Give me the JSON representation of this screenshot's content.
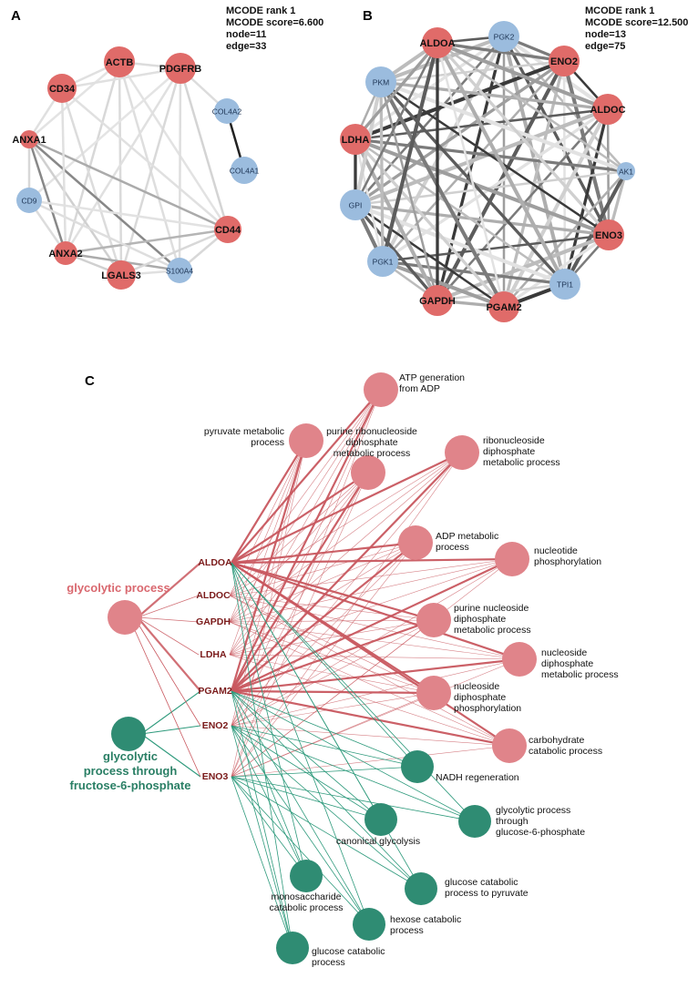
{
  "panel_a": {
    "label": "A",
    "stats": [
      "MCODE rank 1",
      "MCODE score=6.600",
      "node=11",
      "edge=33"
    ],
    "nodes": [
      {
        "id": "ACTB",
        "type": "red"
      },
      {
        "id": "PDGFRB",
        "type": "red"
      },
      {
        "id": "COL4A2",
        "type": "blue"
      },
      {
        "id": "COL4A1",
        "type": "blue"
      },
      {
        "id": "CD44",
        "type": "red"
      },
      {
        "id": "S100A4",
        "type": "blue"
      },
      {
        "id": "LGALS3",
        "type": "red"
      },
      {
        "id": "ANXA2",
        "type": "red"
      },
      {
        "id": "CD9",
        "type": "blue"
      },
      {
        "id": "ANXA1",
        "type": "red"
      },
      {
        "id": "CD34",
        "type": "red"
      }
    ]
  },
  "panel_b": {
    "label": "B",
    "stats": [
      "MCODE rank 1",
      "MCODE score=12.500",
      "node=13",
      "edge=75"
    ],
    "nodes": [
      {
        "id": "PGK2",
        "type": "blue"
      },
      {
        "id": "ENO2",
        "type": "red"
      },
      {
        "id": "ALDOC",
        "type": "red"
      },
      {
        "id": "AK1",
        "type": "blue"
      },
      {
        "id": "ENO3",
        "type": "red"
      },
      {
        "id": "TPI1",
        "type": "blue"
      },
      {
        "id": "PGAM2",
        "type": "red"
      },
      {
        "id": "GAPDH",
        "type": "red"
      },
      {
        "id": "PGK1",
        "type": "blue"
      },
      {
        "id": "GPI",
        "type": "blue"
      },
      {
        "id": "LDHA",
        "type": "red"
      },
      {
        "id": "PKM",
        "type": "blue"
      },
      {
        "id": "ALDOA",
        "type": "red"
      }
    ]
  },
  "panel_c": {
    "label": "C",
    "genes": [
      "ALDOA",
      "ALDOC",
      "GAPDH",
      "LDHA",
      "PGAM2",
      "ENO2",
      "ENO3"
    ],
    "hubs": [
      {
        "id": "glycolytic process",
        "color": "red"
      },
      {
        "id": "glycolytic process through fructose-6-phosphate",
        "lines": [
          "glycolytic",
          "process through",
          "fructose-6-phosphate"
        ],
        "color": "green"
      }
    ],
    "red_terms": [
      {
        "id": "ATP generation from ADP",
        "lines": [
          "ATP generation",
          "from ADP"
        ]
      },
      {
        "id": "pyruvate metabolic process",
        "lines": [
          "pyruvate metabolic",
          "process"
        ]
      },
      {
        "id": "purine ribonucleoside diphosphate metabolic process",
        "lines": [
          "purine ribonucleoside",
          "diphosphate",
          "metabolic process"
        ]
      },
      {
        "id": "ribonucleoside diphosphate metabolic process",
        "lines": [
          "ribonucleoside",
          "diphosphate",
          "metabolic process"
        ]
      },
      {
        "id": "ADP metabolic process",
        "lines": [
          "ADP metabolic",
          "process"
        ]
      },
      {
        "id": "nucleotide phosphorylation",
        "lines": [
          "nucleotide",
          "phosphorylation"
        ]
      },
      {
        "id": "purine nucleoside diphosphate metabolic process",
        "lines": [
          "purine nucleoside",
          "diphosphate",
          "metabolic process"
        ]
      },
      {
        "id": "nucleoside diphosphate metabolic process",
        "lines": [
          "nucleoside",
          "diphosphate",
          "metabolic process"
        ]
      },
      {
        "id": "nucleoside diphosphate phosphorylation",
        "lines": [
          "nucleoside",
          "diphosphate",
          "phosphorylation"
        ]
      },
      {
        "id": "carbohydrate catabolic process",
        "lines": [
          "carbohydrate",
          "catabolic process"
        ]
      }
    ],
    "green_terms": [
      {
        "id": "NADH regeneration",
        "lines": [
          "NADH regeneration"
        ]
      },
      {
        "id": "glycolytic process through glucose-6-phosphate",
        "lines": [
          "glycolytic process",
          "through",
          "glucose-6-phosphate"
        ]
      },
      {
        "id": "canonical glycolysis",
        "lines": [
          "canonical glycolysis"
        ]
      },
      {
        "id": "glucose catabolic process to pyruvate",
        "lines": [
          "glucose catabolic",
          "process to pyruvate"
        ]
      },
      {
        "id": "monosaccharide catabolic process",
        "lines": [
          "monosaccharide",
          "catabolic process"
        ]
      },
      {
        "id": "hexose catabolic process",
        "lines": [
          "hexose catabolic",
          "process"
        ]
      },
      {
        "id": "glucose catabolic process",
        "lines": [
          "glucose catabolic",
          "process"
        ]
      }
    ]
  },
  "colors": {
    "red_node": "#e06b69",
    "blue_node": "#9bbcde",
    "term_red": "#e0848a",
    "green_node": "#2f8c73",
    "edge_red": "#c9585f",
    "edge_green": "#2e9a7c",
    "gene_label": "#7a1a1a",
    "hub_red_label": "#d9686f",
    "hub_green_label": "#2a7f65"
  }
}
